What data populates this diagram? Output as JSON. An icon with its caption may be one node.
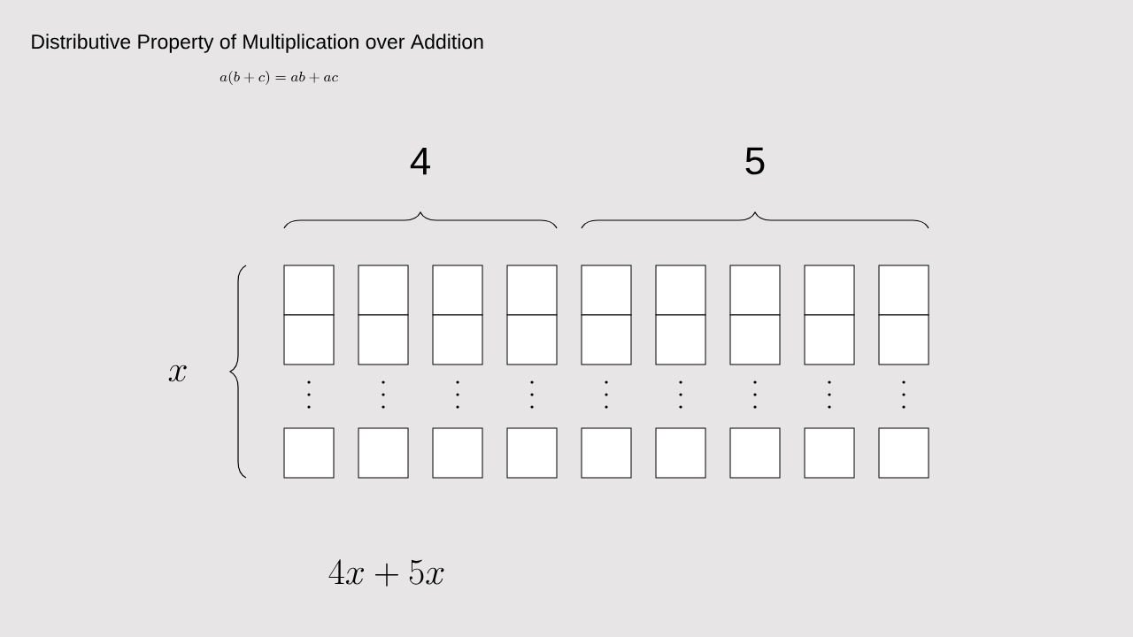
{
  "diagram": {
    "title": "Distributive Property of Multiplication over Addition",
    "labels": [
      "a(b + c) = ab + ac",
      "4",
      "5",
      "x",
      "4x + 5x"
    ]
  }
}
